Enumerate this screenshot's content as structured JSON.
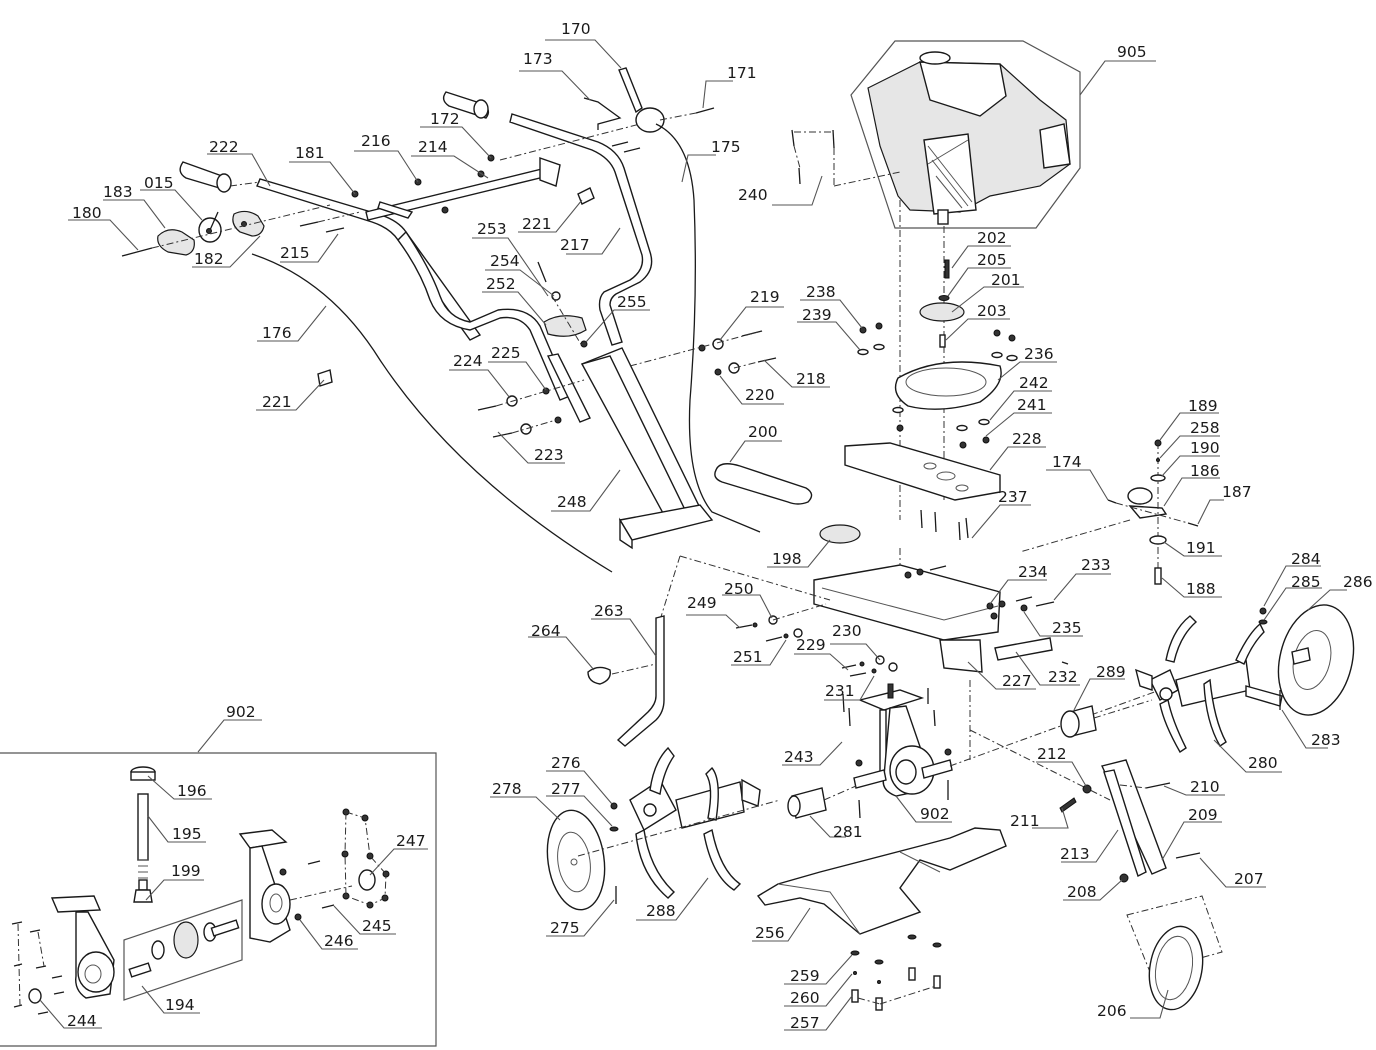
{
  "diagram": {
    "type": "exploded-parts-view",
    "subject": "garden tiller / cultivator",
    "groups": {
      "engine_assembly": "905",
      "gearbox_assembly": "902"
    },
    "labels": [
      {
        "id": "170"
      },
      {
        "id": "173"
      },
      {
        "id": "171"
      },
      {
        "id": "172"
      },
      {
        "id": "175"
      },
      {
        "id": "222"
      },
      {
        "id": "181"
      },
      {
        "id": "216"
      },
      {
        "id": "214"
      },
      {
        "id": "183"
      },
      {
        "id": "015"
      },
      {
        "id": "180"
      },
      {
        "id": "182"
      },
      {
        "id": "215"
      },
      {
        "id": "221a",
        "text": "221"
      },
      {
        "id": "217"
      },
      {
        "id": "253"
      },
      {
        "id": "254"
      },
      {
        "id": "252"
      },
      {
        "id": "255"
      },
      {
        "id": "176"
      },
      {
        "id": "221b",
        "text": "221"
      },
      {
        "id": "224"
      },
      {
        "id": "225"
      },
      {
        "id": "223"
      },
      {
        "id": "248"
      },
      {
        "id": "219"
      },
      {
        "id": "218"
      },
      {
        "id": "220"
      },
      {
        "id": "200"
      },
      {
        "id": "905"
      },
      {
        "id": "240"
      },
      {
        "id": "202"
      },
      {
        "id": "205"
      },
      {
        "id": "201"
      },
      {
        "id": "203"
      },
      {
        "id": "238"
      },
      {
        "id": "239"
      },
      {
        "id": "236"
      },
      {
        "id": "242"
      },
      {
        "id": "241"
      },
      {
        "id": "228"
      },
      {
        "id": "237"
      },
      {
        "id": "174"
      },
      {
        "id": "189"
      },
      {
        "id": "258"
      },
      {
        "id": "190"
      },
      {
        "id": "186"
      },
      {
        "id": "187"
      },
      {
        "id": "191"
      },
      {
        "id": "188"
      },
      {
        "id": "198"
      },
      {
        "id": "234"
      },
      {
        "id": "233"
      },
      {
        "id": "235"
      },
      {
        "id": "232"
      },
      {
        "id": "227"
      },
      {
        "id": "249"
      },
      {
        "id": "250"
      },
      {
        "id": "251"
      },
      {
        "id": "229"
      },
      {
        "id": "230"
      },
      {
        "id": "231"
      },
      {
        "id": "263"
      },
      {
        "id": "264"
      },
      {
        "id": "243"
      },
      {
        "id": "289"
      },
      {
        "id": "284"
      },
      {
        "id": "285"
      },
      {
        "id": "286"
      },
      {
        "id": "283"
      },
      {
        "id": "280"
      },
      {
        "id": "212"
      },
      {
        "id": "210"
      },
      {
        "id": "211"
      },
      {
        "id": "209"
      },
      {
        "id": "213"
      },
      {
        "id": "207"
      },
      {
        "id": "208"
      },
      {
        "id": "206"
      },
      {
        "id": "902a",
        "text": "902"
      },
      {
        "id": "281"
      },
      {
        "id": "276"
      },
      {
        "id": "277"
      },
      {
        "id": "278"
      },
      {
        "id": "288"
      },
      {
        "id": "275"
      },
      {
        "id": "256"
      },
      {
        "id": "259"
      },
      {
        "id": "260"
      },
      {
        "id": "257"
      },
      {
        "id": "902b",
        "text": "902"
      },
      {
        "id": "196"
      },
      {
        "id": "195"
      },
      {
        "id": "199"
      },
      {
        "id": "247"
      },
      {
        "id": "245"
      },
      {
        "id": "246"
      },
      {
        "id": "194"
      },
      {
        "id": "244"
      }
    ]
  }
}
